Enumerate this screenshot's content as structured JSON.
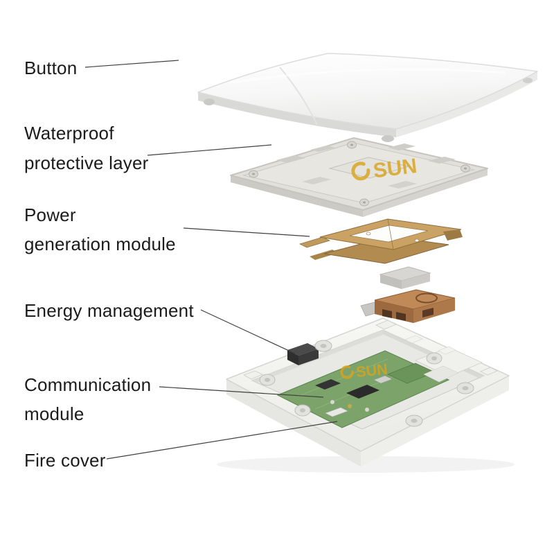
{
  "watermark": {
    "text": "SUN",
    "color": "#d9a41c"
  },
  "colors": {
    "label_text": "#1b1b1b",
    "leader_line": "#3f3f3f",
    "metal_plate": "#c9a264",
    "copper_module": "#c08a58",
    "pcb_green": "#7ca36a"
  },
  "labels": {
    "button": {
      "line1": "Button"
    },
    "waterproof": {
      "line1": "Waterproof",
      "line2": "protective layer"
    },
    "power": {
      "line1": "Power",
      "line2": "generation module"
    },
    "energy": {
      "line1": "Energy management"
    },
    "communication": {
      "line1": "Communication",
      "line2": "module"
    },
    "fire_cover": {
      "line1": "Fire cover"
    }
  }
}
